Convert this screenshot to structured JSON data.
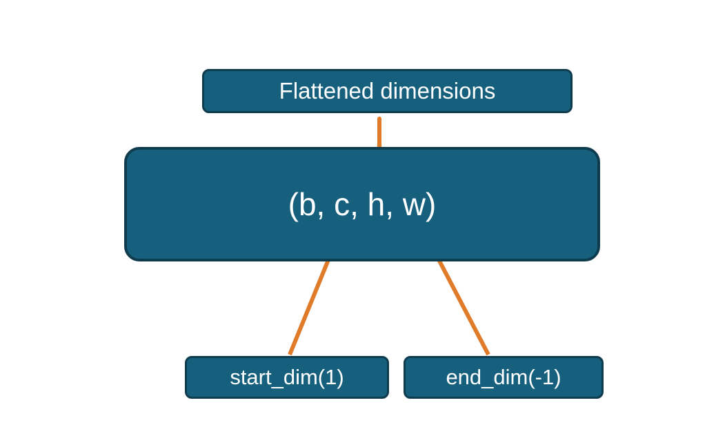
{
  "diagram": {
    "title_box": {
      "label": "Flattened dimensions"
    },
    "main_box": {
      "label": "(b, c, h, w)"
    },
    "start_box": {
      "label": "start_dim(1)"
    },
    "end_box": {
      "label": "end_dim(-1)"
    },
    "colors": {
      "box_fill": "#16607E",
      "box_border": "#0F3B4E",
      "arrow": "#E07B2A",
      "text": "#FFFFFF",
      "background": "#FFFFFF"
    }
  }
}
